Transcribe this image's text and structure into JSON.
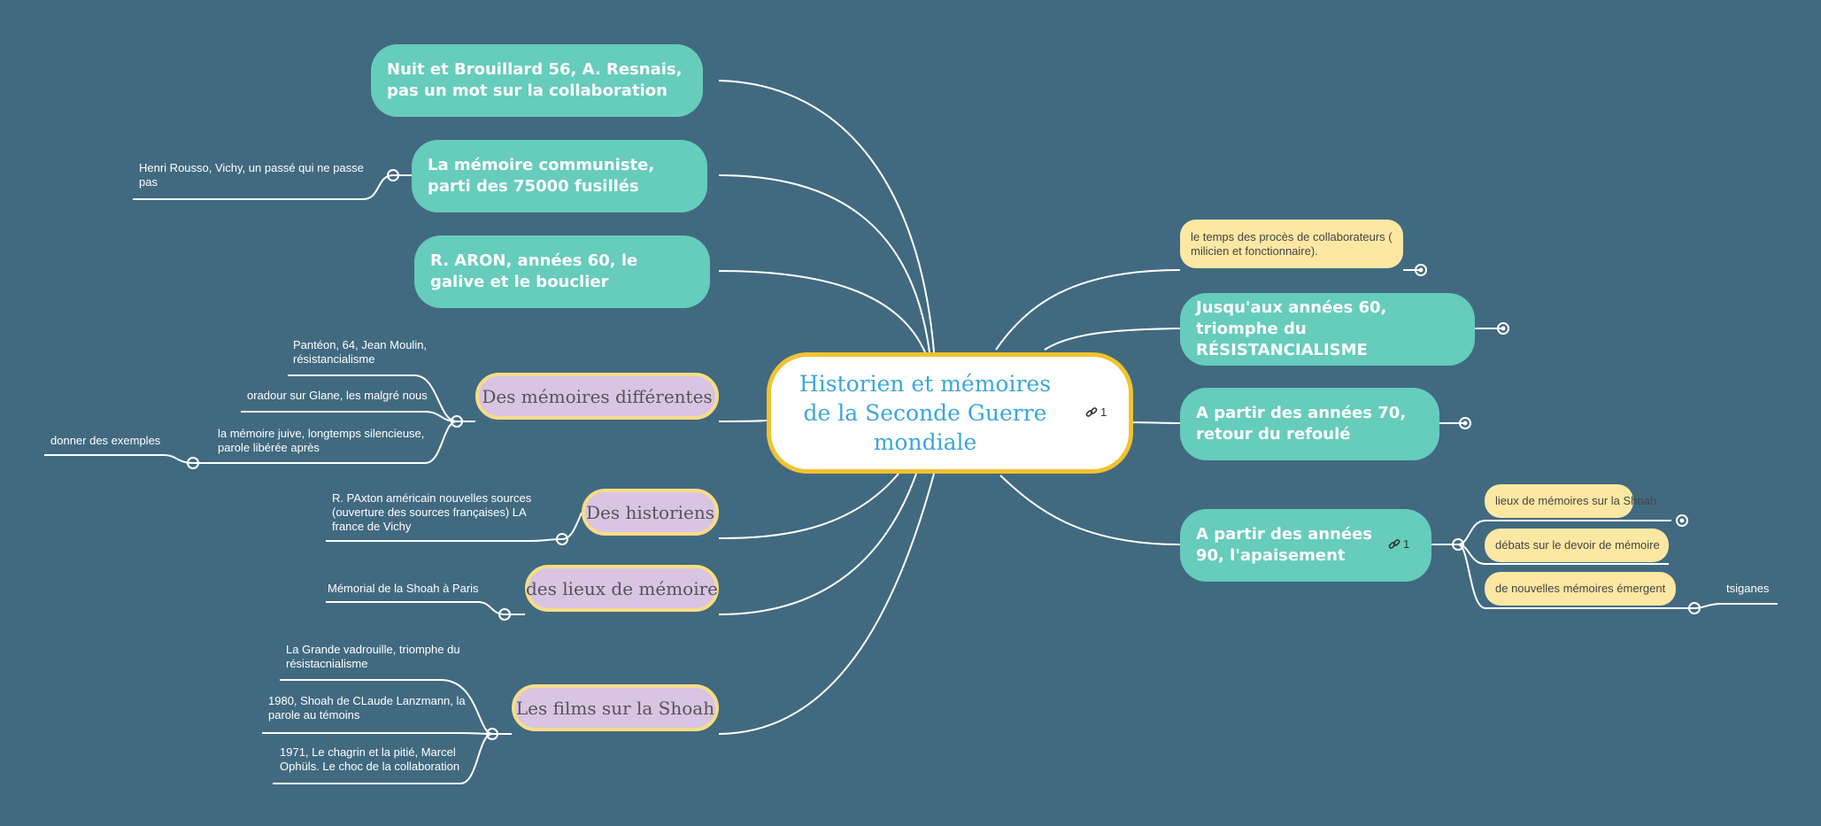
{
  "colors": {
    "background": "#416a80",
    "main_branch": "#66ccbb",
    "sub_topic": "#d9c4e3",
    "sub_topic_border": "#f7dc86",
    "note": "#fde8a3",
    "central_border": "#f2c230",
    "central_text": "#3aa7d9",
    "connector": "#ffffff"
  },
  "central": {
    "title": "Historien et mémoires de la Seconde Guerre mondiale",
    "link_count": "1"
  },
  "left_branches": [
    {
      "label": "Nuit et Brouillard 56, A. Resnais, pas un mot sur la collaboration"
    },
    {
      "label": "La mémoire communiste, parti des 75000 fusillés",
      "children": [
        "Henri Rousso, Vichy, un passé qui ne passe pas"
      ]
    },
    {
      "label": "R. ARON, années 60, le galive et le bouclier"
    }
  ],
  "left_subtopics": [
    {
      "label": "Des mémoires différentes",
      "children": [
        "Pantéon, 64, Jean Moulin, résistancialisme",
        "oradour sur Glane, les malgré nous",
        "la mémoire juive, longtemps silencieuse, parole libérée après"
      ],
      "grandchild": "donner des exemples"
    },
    {
      "label": "Des historiens",
      "children": [
        "R. PAxton américain nouvelles sources (ouverture des sources françaises) LA france de Vichy"
      ]
    },
    {
      "label": "des lieux de mémoire",
      "children": [
        "Mémorial de la Shoah à Paris"
      ]
    },
    {
      "label": "Les films sur la Shoah",
      "children": [
        "La Grande vadrouille, triomphe du résistacnialisme",
        "1980, Shoah de CLaude Lanzmann, la parole au témoins",
        "1971, Le chagrin et la pitié, Marcel Ophüls. Le choc de la collaboration"
      ]
    }
  ],
  "right_branches": [
    {
      "label": "le temps des procès de collaborateurs ( milicien et fonctionnaire)."
    },
    {
      "label": "Jusqu'aux années 60, triomphe du RÉSISTANCIALISME"
    },
    {
      "label": "A partir des années 70, retour du refoulé"
    },
    {
      "label": "A partir des années 90, l'apaisement",
      "link_count": "1",
      "children": [
        "lieux de mémoires sur la Shoah",
        "débats sur le devoir de mémoire",
        "de nouvelles mémoires émergent"
      ],
      "grandchild": "tsiganes"
    }
  ]
}
